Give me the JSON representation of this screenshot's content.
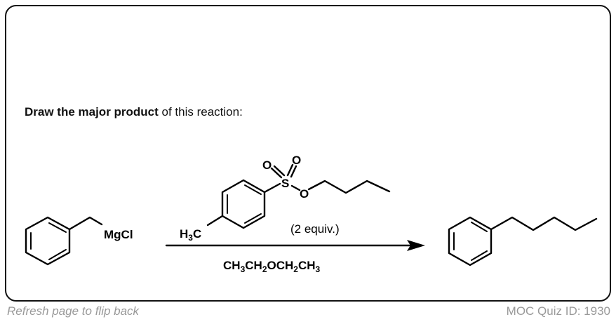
{
  "question": {
    "bold": "Draw the major product",
    "rest": " of this reaction:"
  },
  "reactant": {
    "label": "MgCl"
  },
  "reagent": {
    "methyl": "H",
    "methyl_sub": "3",
    "methyl_c": "C",
    "o1": "O",
    "o2": "O",
    "s": "S",
    "o_ester": "O",
    "equiv": "(2 equiv.)"
  },
  "solvent": {
    "parts": [
      "CH",
      "3",
      "CH",
      "2",
      "OCH",
      "2",
      "CH",
      "3"
    ]
  },
  "footer": {
    "flip_back": "Refresh page to flip back",
    "quiz_id": "MOC Quiz ID: 1930"
  }
}
